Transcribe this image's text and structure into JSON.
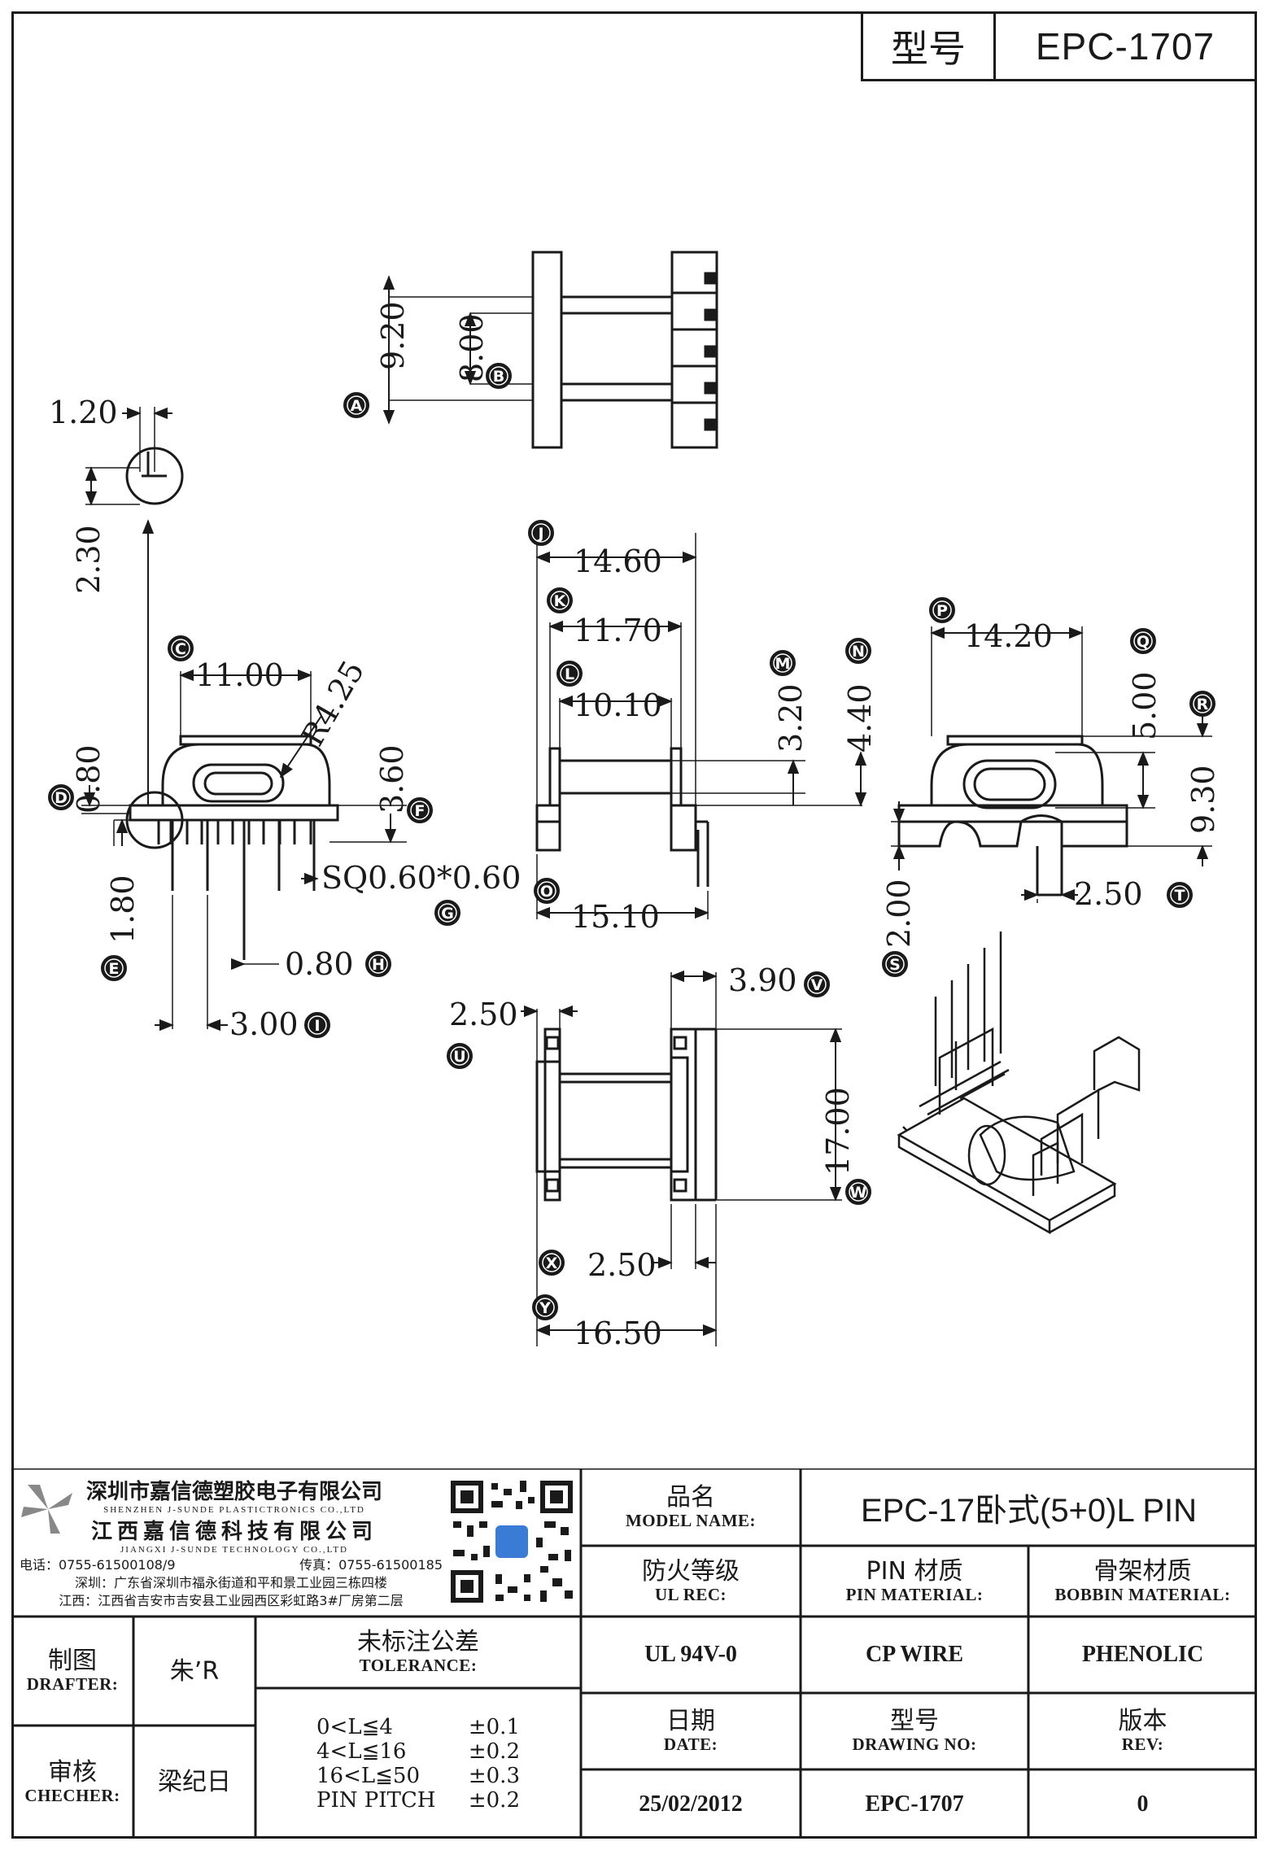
{
  "header": {
    "model_label": "型号",
    "model_value": "EPC-1707"
  },
  "dims": {
    "d_9_20": "9.20",
    "d_8_00": "8.00",
    "d_1_20": "1.20",
    "d_2_30": "2.30",
    "d_11_00": "11.00",
    "d_r4_25": "R4.25",
    "d_0_80a": "0.80",
    "d_3_60": "3.60",
    "d_1_80": "1.80",
    "d_sq": "SQ0.60*0.60",
    "d_0_80b": "0.80",
    "d_3_00": "3.00",
    "d_14_60": "14.60",
    "d_11_70": "11.70",
    "d_10_10": "10.10",
    "d_3_20": "3.20",
    "d_4_40": "4.40",
    "d_15_10": "15.10",
    "d_14_20": "14.20",
    "d_5_00": "5.00",
    "d_9_30": "9.30",
    "d_2_00": "2.00",
    "d_2_50a": "2.50",
    "d_2_50b": "2.50",
    "d_3_90": "3.90",
    "d_17_00": "17.00",
    "d_2_50c": "2.50",
    "d_16_50": "16.50"
  },
  "markers": [
    "A",
    "B",
    "C",
    "D",
    "E",
    "F",
    "G",
    "H",
    "I",
    "J",
    "K",
    "L",
    "M",
    "N",
    "O",
    "P",
    "Q",
    "R",
    "S",
    "T",
    "U",
    "V",
    "W",
    "X",
    "Y"
  ],
  "company": {
    "name_sz": "深圳市嘉信德塑胶电子有限公司",
    "name_sz_en": "SHENZHEN J-SUNDE PLASTICTRONICS CO.,LTD",
    "name_jx": "江西嘉信德科技有限公司",
    "name_jx_en": "JIANGXI J-SUNDE TECHNOLOGY CO.,LTD",
    "tel": "电话：0755-61500108/9",
    "fax": "传真：0755-61500185",
    "addr_sz": "深圳：广东省深圳市福永街道和平和景工业园三栋四楼",
    "addr_jx": "江西：江西省吉安市吉安县工业园西区彩虹路3#厂房第二层"
  },
  "title_block": {
    "model_name_cn": "品名",
    "model_name_en": "MODEL NAME:",
    "model_name_val": "EPC-17卧式(5+0)L PIN",
    "ul_cn": "防火等级",
    "ul_en": "UL REC:",
    "ul_val": "UL 94V-0",
    "pin_cn": "PIN 材质",
    "pin_en": "PIN MATERIAL:",
    "pin_val": "CP WIRE",
    "bobbin_cn": "骨架材质",
    "bobbin_en": "BOBBIN MATERIAL:",
    "bobbin_val": "PHENOLIC",
    "drafter_cn": "制图",
    "drafter_en": "DRAFTER:",
    "drafter_val": "朱’R",
    "checker_cn": "审核",
    "checker_en": "CHECHER:",
    "checker_val": "梁纪日",
    "tol_cn": "未标注公差",
    "tol_en": "TOLERANCE:",
    "tolerances": [
      {
        "range": "0<L≦4",
        "value": "±0.1"
      },
      {
        "range": "4<L≦16",
        "value": "±0.2"
      },
      {
        "range": "16<L≦50",
        "value": "±0.3"
      },
      {
        "range": "PIN PITCH",
        "value": "±0.2"
      }
    ],
    "date_cn": "日期",
    "date_en": "DATE:",
    "date_val": "25/02/2012",
    "drawing_cn": "型号",
    "drawing_en": "DRAWING NO:",
    "drawing_val": "EPC-1707",
    "rev_cn": "版本",
    "rev_en": "REV:",
    "rev_val": "0"
  }
}
